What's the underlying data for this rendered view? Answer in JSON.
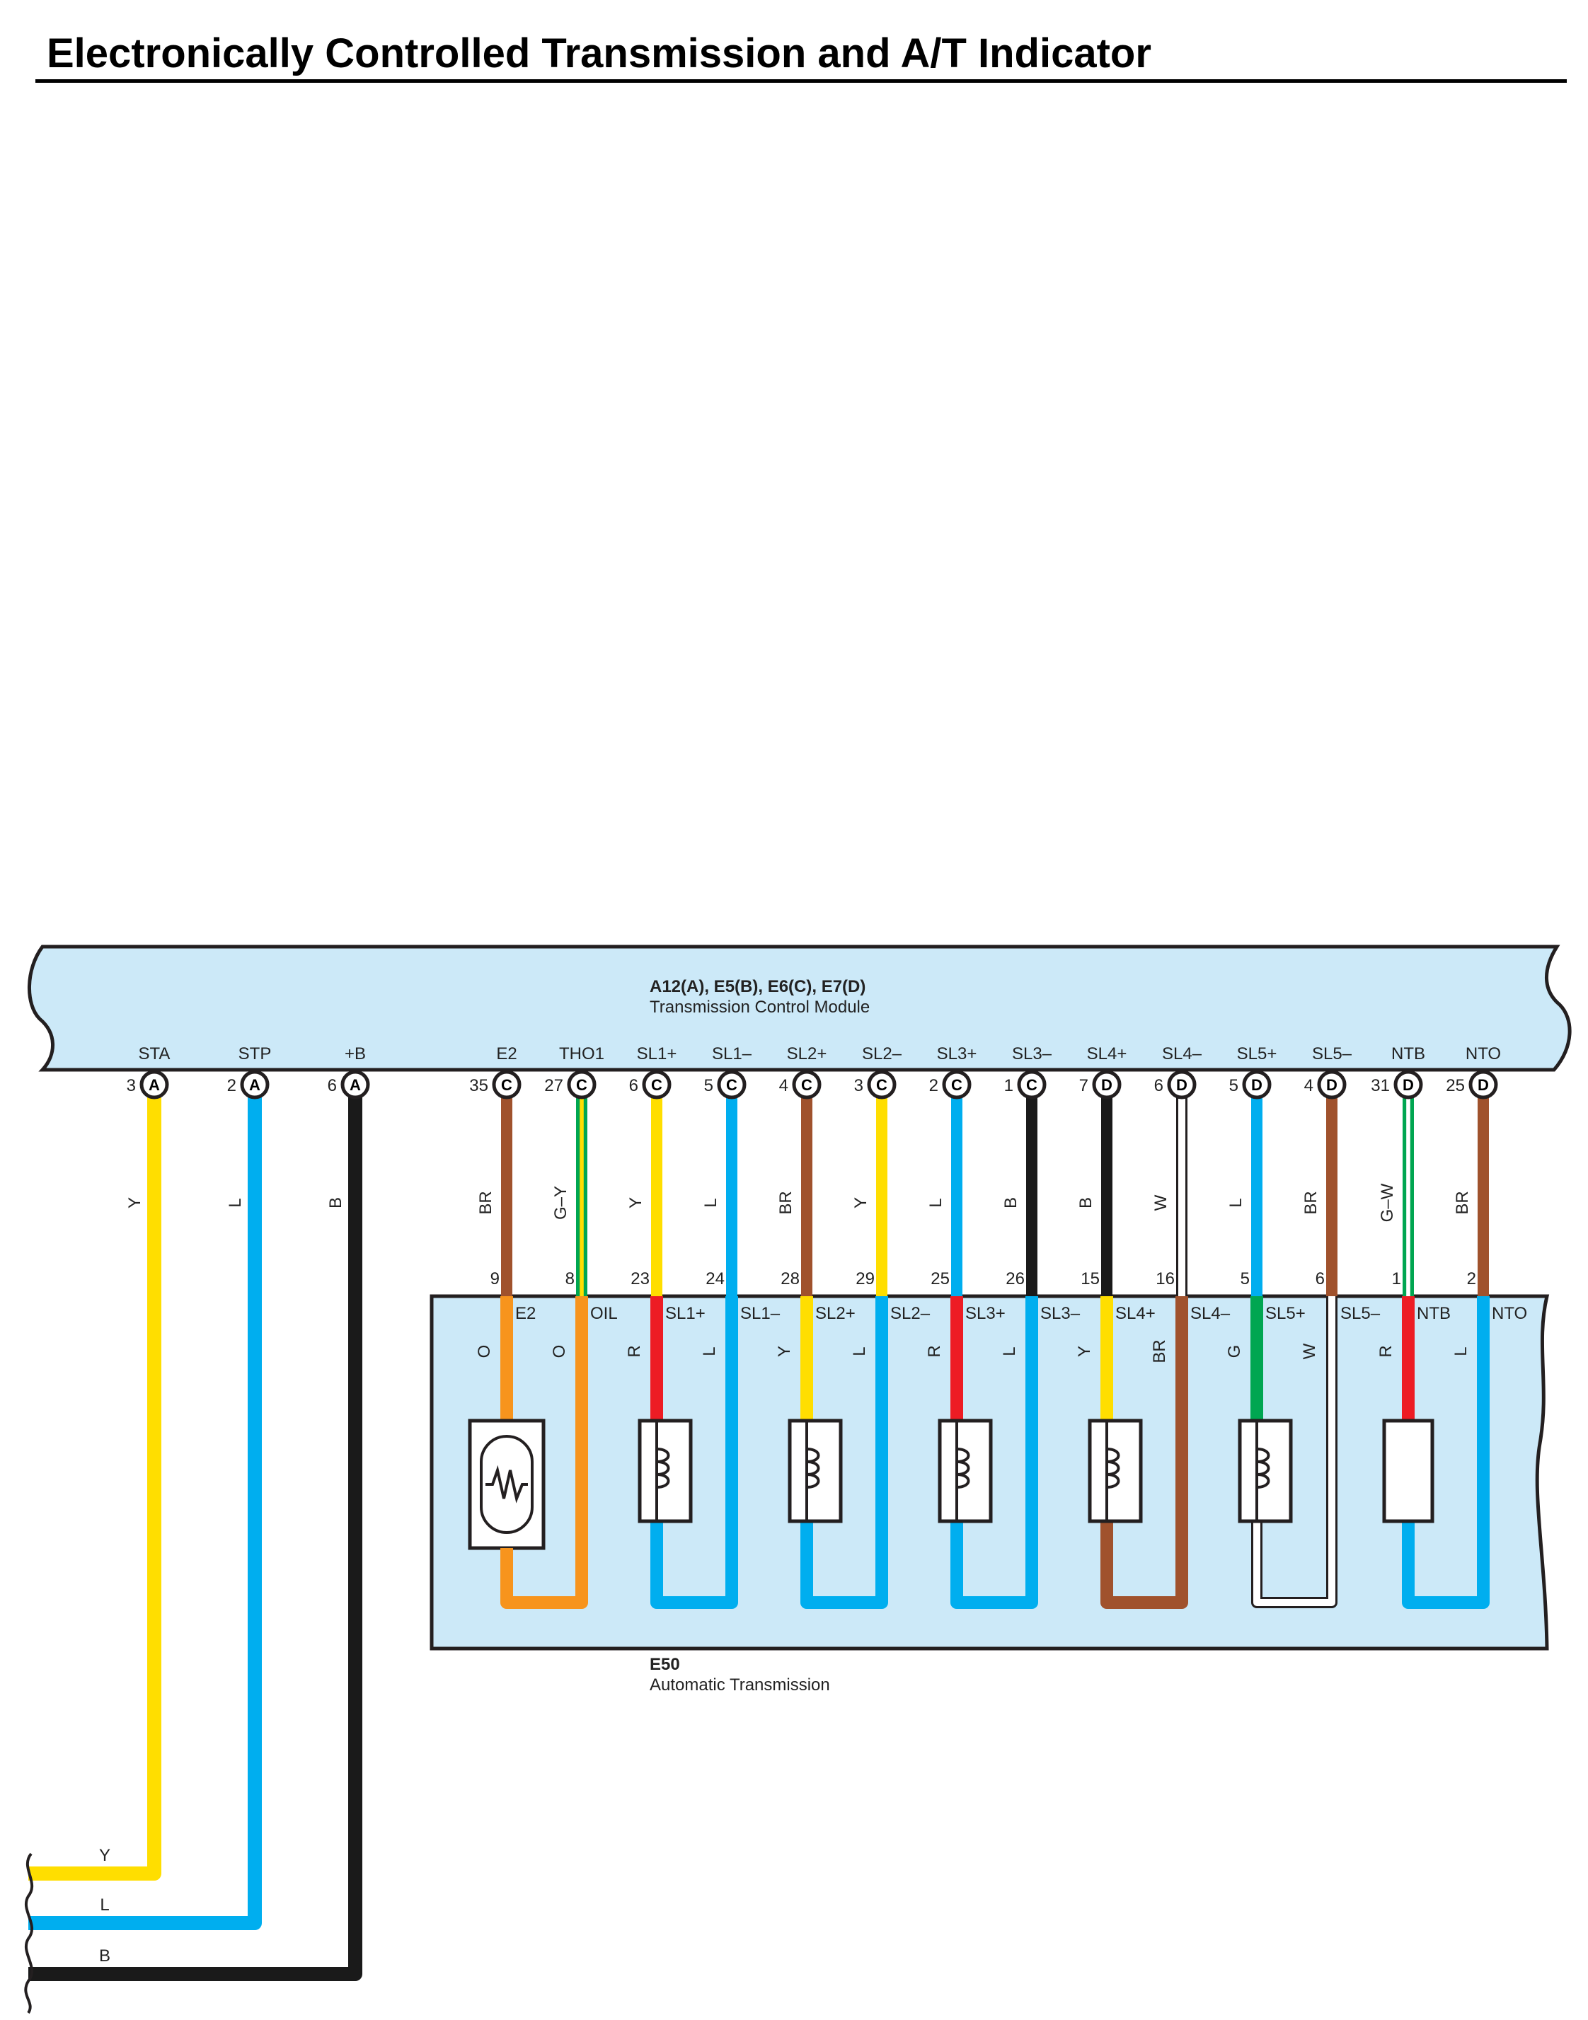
{
  "title": "Electronically Controlled Transmission and A/T Indicator",
  "colors": {
    "Y": "#ffde00",
    "L": "#00aeef",
    "B": "#1a1a1a",
    "BR": "#a0522d",
    "O": "#f7941d",
    "R": "#ed1c24",
    "G": "#00a651",
    "W": "#ffffff",
    "panel": "#cce9f8",
    "outline": "#231f20"
  },
  "tcm": {
    "name": "A12(A), E5(B), E6(C), E7(D)",
    "desc": "Transmission Control Module",
    "terminals": [
      {
        "label": "STA",
        "pin": "3",
        "connector": "A",
        "wire": "Y"
      },
      {
        "label": "STP",
        "pin": "2",
        "connector": "A",
        "wire": "L"
      },
      {
        "label": "+B",
        "pin": "6",
        "connector": "A",
        "wire": "B"
      },
      {
        "label": "E2",
        "pin": "35",
        "connector": "C",
        "wire": "BR"
      },
      {
        "label": "THO1",
        "pin": "27",
        "connector": "C",
        "wire": "G–Y"
      },
      {
        "label": "SL1+",
        "pin": "6",
        "connector": "C",
        "wire": "Y"
      },
      {
        "label": "SL1–",
        "pin": "5",
        "connector": "C",
        "wire": "L"
      },
      {
        "label": "SL2+",
        "pin": "4",
        "connector": "C",
        "wire": "BR"
      },
      {
        "label": "SL2–",
        "pin": "3",
        "connector": "C",
        "wire": "Y"
      },
      {
        "label": "SL3+",
        "pin": "2",
        "connector": "C",
        "wire": "L"
      },
      {
        "label": "SL3–",
        "pin": "1",
        "connector": "C",
        "wire": "B"
      },
      {
        "label": "SL4+",
        "pin": "7",
        "connector": "D",
        "wire": "B"
      },
      {
        "label": "SL4–",
        "pin": "6",
        "connector": "D",
        "wire": "W"
      },
      {
        "label": "SL5+",
        "pin": "5",
        "connector": "D",
        "wire": "L"
      },
      {
        "label": "SL5–",
        "pin": "4",
        "connector": "D",
        "wire": "BR"
      },
      {
        "label": "NTB",
        "pin": "31",
        "connector": "D",
        "wire": "G–W"
      },
      {
        "label": "NTO",
        "pin": "25",
        "connector": "D",
        "wire": "BR"
      }
    ]
  },
  "at": {
    "name": "E50",
    "desc": "Automatic Transmission",
    "terminals": [
      {
        "pin": "9",
        "label": "E2",
        "inner": "O"
      },
      {
        "pin": "8",
        "label": "OIL",
        "inner": "O"
      },
      {
        "pin": "23",
        "label": "SL1+",
        "inner": "R"
      },
      {
        "pin": "24",
        "label": "SL1–",
        "inner": "L"
      },
      {
        "pin": "28",
        "label": "SL2+",
        "inner": "Y"
      },
      {
        "pin": "29",
        "label": "SL2–",
        "inner": "L"
      },
      {
        "pin": "25",
        "label": "SL3+",
        "inner": "R"
      },
      {
        "pin": "26",
        "label": "SL3–",
        "inner": "L"
      },
      {
        "pin": "15",
        "label": "SL4+",
        "inner": "Y"
      },
      {
        "pin": "16",
        "label": "SL4–",
        "inner": "BR"
      },
      {
        "pin": "5",
        "label": "SL5+",
        "inner": "G"
      },
      {
        "pin": "6",
        "label": "SL5–",
        "inner": "W"
      },
      {
        "pin": "1",
        "label": "NTB",
        "inner": "R"
      },
      {
        "pin": "2",
        "label": "NTO",
        "inner": "L"
      }
    ],
    "components": [
      {
        "type": "thermistor"
      },
      {
        "type": "solenoid"
      },
      {
        "type": "solenoid"
      },
      {
        "type": "solenoid"
      },
      {
        "type": "solenoid"
      },
      {
        "type": "solenoid"
      },
      {
        "type": "sensor"
      }
    ]
  },
  "left_wires": [
    {
      "label": "Y"
    },
    {
      "label": "L"
    },
    {
      "label": "B"
    }
  ]
}
